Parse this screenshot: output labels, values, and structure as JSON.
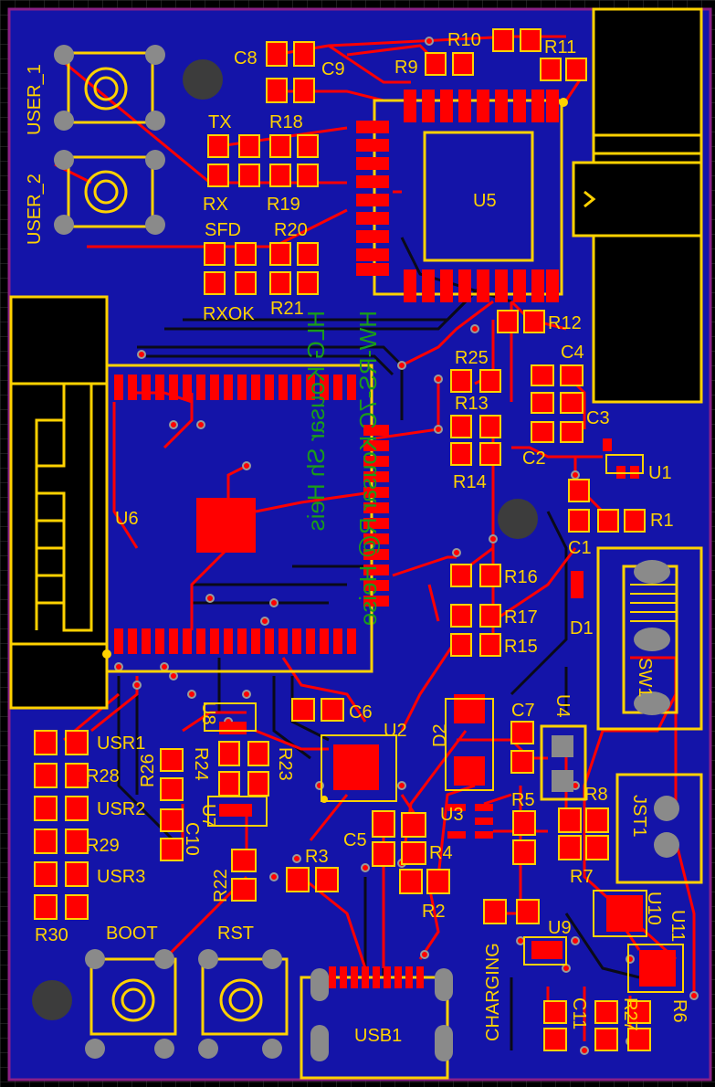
{
  "colors": {
    "background": "#000000",
    "grid": "#3a3a3a",
    "board": "#1414a8",
    "outline": "#8a1f86",
    "copper": "#ff0000",
    "silk": "#ffd200",
    "tht_pad": "#8a8a8a",
    "mounting_hole": "#3c3c3c",
    "via_ring": "#9a9a9a",
    "inner_trace": "#0a0a18",
    "green_silk": "#1a9c1a"
  },
  "labels": {
    "user1": "USER_1",
    "user2": "USER_2",
    "c8": "C8",
    "c9": "C9",
    "tx": "TX",
    "rx": "RX",
    "r18": "R18",
    "r19": "R19",
    "sfd": "SFD",
    "rxok": "RXOK",
    "r20": "R20",
    "r21": "R21",
    "r10": "R10",
    "r11": "R11",
    "r9": "R9",
    "u5": "U5",
    "r12": "R12",
    "r25": "R25",
    "r13": "R13",
    "r14": "R14",
    "c4": "C4",
    "c3": "C3",
    "c2": "C2",
    "u1": "U1",
    "r1": "R1",
    "c1": "C1",
    "u6": "U6",
    "r16": "R16",
    "r17": "R17",
    "r15": "R15",
    "d1": "D1",
    "sw1": "SW1",
    "c6": "C6",
    "u2": "U2",
    "u8": "U8",
    "r23": "R23",
    "r24": "R24",
    "r26": "R26",
    "u7": "U7",
    "c10": "C10",
    "r22": "R22",
    "d2": "D2",
    "u4": "U4",
    "c7": "C7",
    "u3": "U3",
    "r5": "R5",
    "r8": "R8",
    "c5": "C5",
    "r4": "R4",
    "r3": "R3",
    "r2": "R2",
    "jst1": "JST1",
    "r7": "R7",
    "u10": "U10",
    "u11": "U11",
    "usr1": "USR1",
    "r28": "R28",
    "usr2": "USR2",
    "r29": "R29",
    "usr3": "USR3",
    "r30": "R30",
    "boot": "BOOT",
    "rst": "RST",
    "usb1": "USB1",
    "charging": "CHARGING",
    "u9": "U9",
    "c11": "C11",
    "r27": "R27",
    "r6": "R6"
  },
  "mirrored_text": {
    "line1": "HW-RS-7C Kousar R@ Heise",
    "line2": "HLG Kousar Sh Heis"
  }
}
